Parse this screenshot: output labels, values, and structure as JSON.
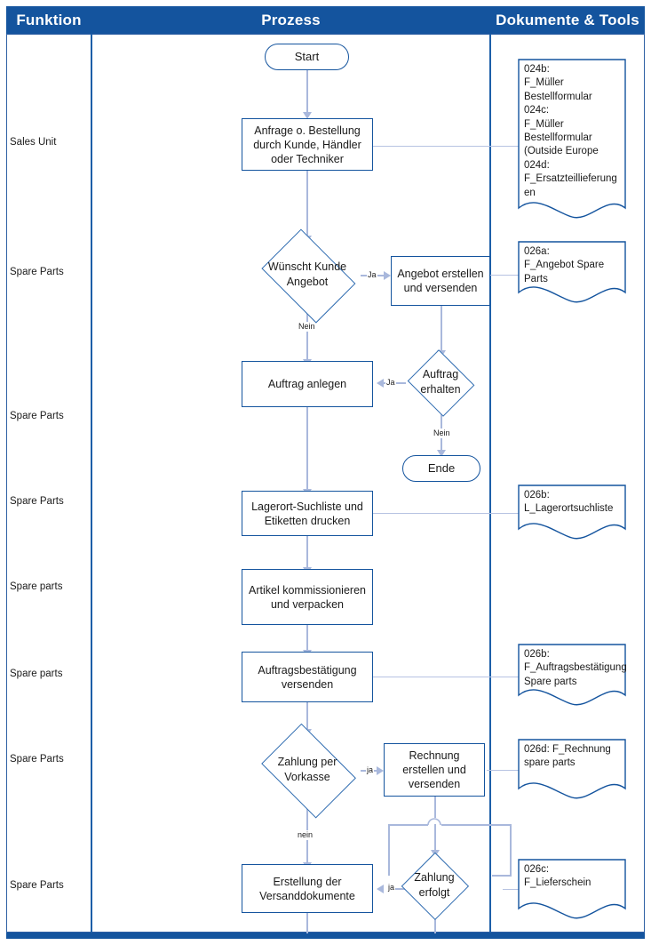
{
  "header": {
    "col_funktion": "Funktion",
    "col_prozess": "Prozess",
    "col_dokumente": "Dokumente & Tools"
  },
  "colors": {
    "header_band": "#14549E",
    "shape_border": "#14549E",
    "decision_border": "#2E6BB0",
    "connector": "#A9B8DC",
    "lane_divider": "#1D5FA8",
    "text": "#1a1a1a"
  },
  "function_lane": {
    "labels": [
      {
        "text": "Sales Unit"
      },
      {
        "text": "Spare Parts"
      },
      {
        "text": "Spare Parts"
      },
      {
        "text": "Spare Parts"
      },
      {
        "text": "Spare parts"
      },
      {
        "text": "Spare parts"
      },
      {
        "text": "Spare Parts"
      },
      {
        "text": "Spare Parts"
      }
    ]
  },
  "process_lane": {
    "nodes": [
      {
        "id": "start",
        "type": "terminator",
        "text": "Start"
      },
      {
        "id": "anfrage",
        "type": "process",
        "text": "Anfrage o. Bestellung durch Kunde, Händler oder Techniker"
      },
      {
        "id": "wunsch",
        "type": "decision",
        "text": "Wünscht Kunde Angebot"
      },
      {
        "id": "angebot",
        "type": "process",
        "text": "Angebot erstellen und versenden"
      },
      {
        "id": "auftrag_erh",
        "type": "decision",
        "text": "Auftrag erhalten"
      },
      {
        "id": "auftrag_anl",
        "type": "process",
        "text": "Auftrag anlegen"
      },
      {
        "id": "ende",
        "type": "terminator",
        "text": "Ende"
      },
      {
        "id": "lagerort",
        "type": "process",
        "text": "Lagerort-Suchliste und Etiketten drucken"
      },
      {
        "id": "artikel",
        "type": "process",
        "text": "Artikel kommissionieren und verpacken"
      },
      {
        "id": "auftragsbest",
        "type": "process",
        "text": "Auftragsbestätigung versenden"
      },
      {
        "id": "zahlung_vor",
        "type": "decision",
        "text": "Zahlung per Vorkasse"
      },
      {
        "id": "rechnung",
        "type": "process",
        "text": "Rechnung erstellen und versenden"
      },
      {
        "id": "zahlung_erf",
        "type": "decision",
        "text": "Zahlung erfolgt"
      },
      {
        "id": "versand",
        "type": "process",
        "text": "Erstellung der Versanddokumente"
      }
    ],
    "edge_labels": {
      "wunsch_ja": "Ja",
      "wunsch_nein": "Nein",
      "auftrag_ja": "Ja",
      "auftrag_nein": "Nein",
      "zahlung_vor_ja": "ja",
      "zahlung_vor_nein": "nein",
      "zahlung_erf_ja": "ja"
    }
  },
  "documents_lane": {
    "items": [
      {
        "id": "doc1",
        "text": "024b:\nF_Müller\nBestellformular\n024c:\nF_Müller\nBestellformular\n(Outside Europe\n024d:\nF_Ersatzteillieferung\nen"
      },
      {
        "id": "doc2",
        "text": "026a:\nF_Angebot Spare\nParts"
      },
      {
        "id": "doc3",
        "text": "026b:\nL_Lagerortsuchliste"
      },
      {
        "id": "doc4",
        "text": "026b:\nF_Auftragsbestätigung\nSpare parts"
      },
      {
        "id": "doc5",
        "text": "026d: F_Rechnung\nspare parts"
      },
      {
        "id": "doc6",
        "text": "026c:\nF_Lieferschein"
      }
    ]
  }
}
